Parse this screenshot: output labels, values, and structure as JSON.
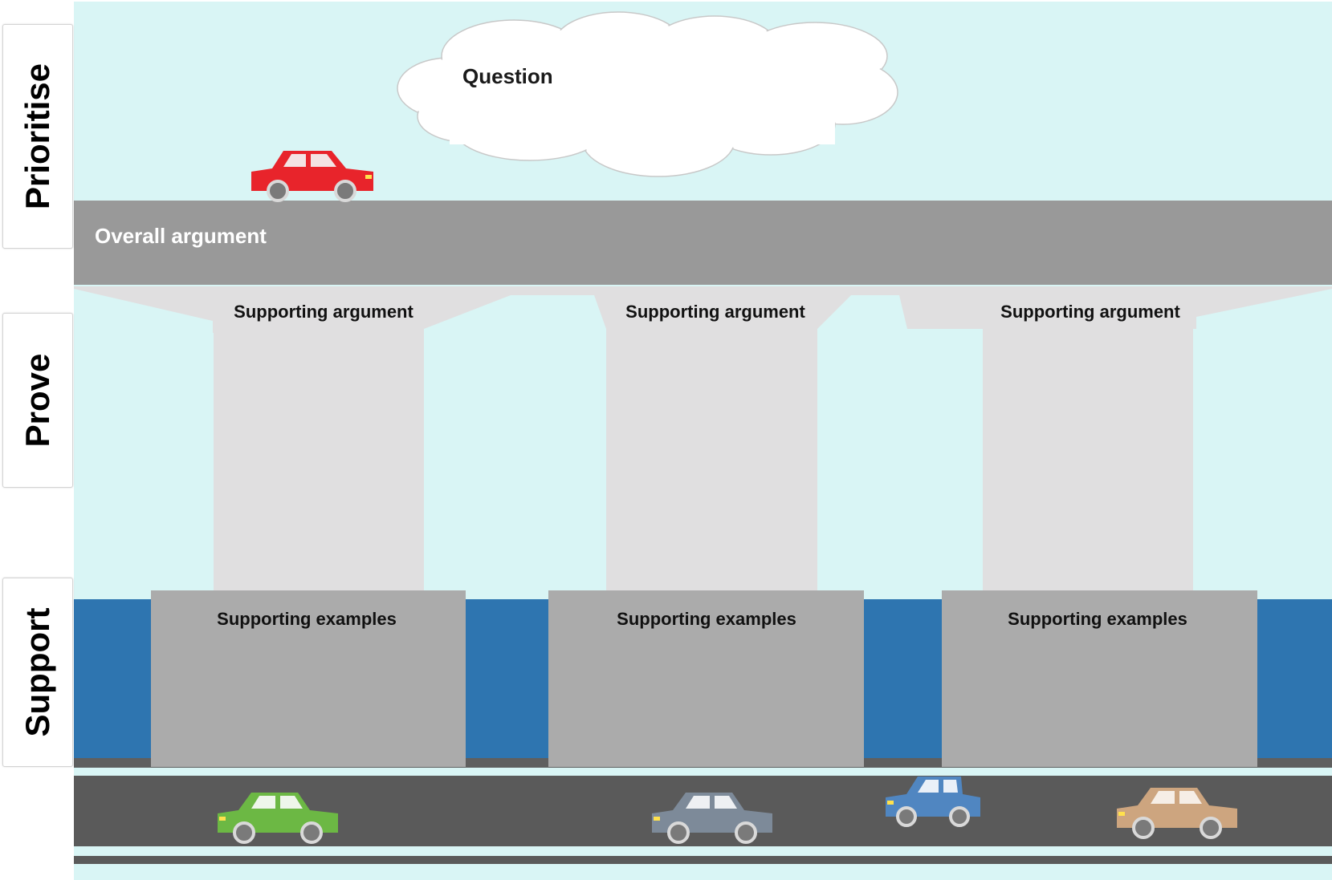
{
  "side_labels": {
    "prioritise": "Prioritise",
    "prove": "Prove",
    "support": "Support"
  },
  "question": "Question",
  "overall_argument": "Overall argument",
  "pillars": [
    {
      "argument": "Supporting argument",
      "examples": "Supporting examples"
    },
    {
      "argument": "Supporting argument",
      "examples": "Supporting examples"
    },
    {
      "argument": "Supporting argument",
      "examples": "Supporting examples"
    }
  ],
  "cars": [
    {
      "name": "red-car",
      "color": "#e8242b",
      "location": "bridge"
    },
    {
      "name": "green-car",
      "color": "#6cb844",
      "location": "road"
    },
    {
      "name": "grey-car",
      "color": "#7d8a99",
      "location": "road"
    },
    {
      "name": "blue-car",
      "color": "#5086c1",
      "location": "road"
    },
    {
      "name": "tan-car",
      "color": "#cda57f",
      "location": "road"
    }
  ],
  "colors": {
    "sky": "#d9f5f5",
    "deck": "#999999",
    "pillar": "#e0dfe0",
    "base": "#ababab",
    "water": "#2e75b0",
    "road": "#5a5a5a"
  }
}
